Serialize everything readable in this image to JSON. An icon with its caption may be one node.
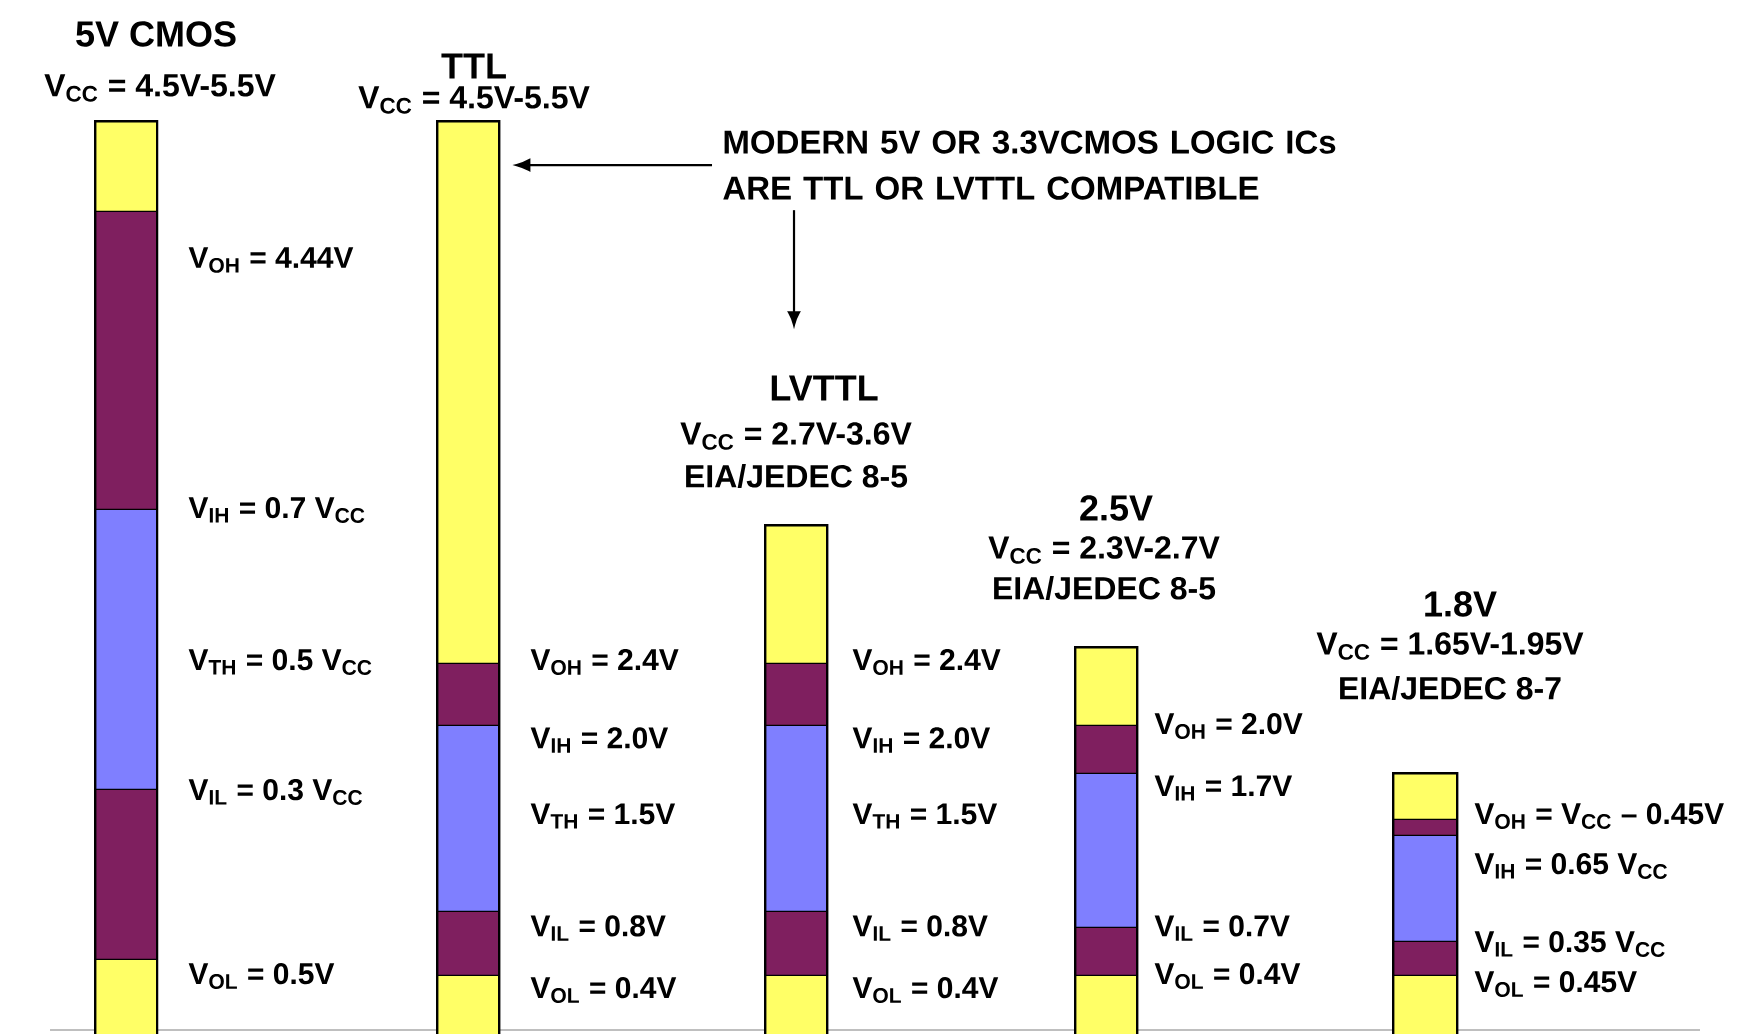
{
  "diagram": {
    "nodes": [
      {
        "text": [
          "5V CMOS",
          "V$_{CC}$ = 4.5V-5.5V"
        ],
        "beside": [
          "V$_{OH}$ = 4.44V",
          "V$_{IH}$ = 0.7 V$_{CC}$",
          "V$_{TH}$ = 0.5 V$_{CC}$",
          "V$_{IL}$ = 0.3 V$_{CC}$",
          "V$_{OL}$ = 0.5V"
        ]
      },
      {
        "text": [
          "TTL",
          "V$_{CC}$ = 4.5V-5.5V"
        ],
        "beside": [
          "V$_{OH}$ = 2.4V",
          "V$_{IH}$ = 2.0V",
          "V$_{TH}$ = 1.5V",
          "V$_{IL}$ = 0.8V",
          "V$_{OL}$ = 0.4V"
        ]
      },
      {
        "text": [
          "MODERN 5V OR 3.3VCMOS LOGIC ICs ARE TTL OR LVTTL COMPATIBLE"
        ]
      },
      {
        "text": [
          "LVTTL",
          "V$_{CC}$ = 2.7V-3.6V",
          "EIA/JEDEC 8-5"
        ],
        "beside": [
          "V$_{OH}$ = 2.4V",
          "V$_{IH}$ = 2.0V",
          "V$_{TH}$ = 1.5V",
          "V$_{IL}$ = 0.8V",
          "V$_{OL}$ = 0.4V"
        ]
      },
      {
        "text": [
          "2.5V",
          "V$_{CC}$ = 2.3V-2.7V",
          "EIA/JEDEC 8-5"
        ],
        "beside": [
          "V$_{OH}$ = 2.0V",
          "V$_{IH}$ = 1.7V",
          "V$_{IL}$ = 0.7V",
          "V$_{OL}$ = 0.4V"
        ]
      },
      {
        "text": [
          "1.8V",
          "V$_{CC}$ = 1.65V-1.95V",
          "EIA/JEDEC 8-7"
        ],
        "beside": [
          "V$_{OH}$ = V$_{CC}$ – 0.45V",
          "V$_{IH}$ = 0.65 V$_{CC}$",
          "V$_{IL}$ = 0.35 V$_{CC}$",
          "V$_{OL}$ = 0.45V"
        ]
      }
    ],
    "edges": [
      {
        "from": 2,
        "to": 1,
        "arrow": "to"
      },
      {
        "from": 2,
        "to": 3,
        "arrow": "to"
      }
    ]
  }
}
